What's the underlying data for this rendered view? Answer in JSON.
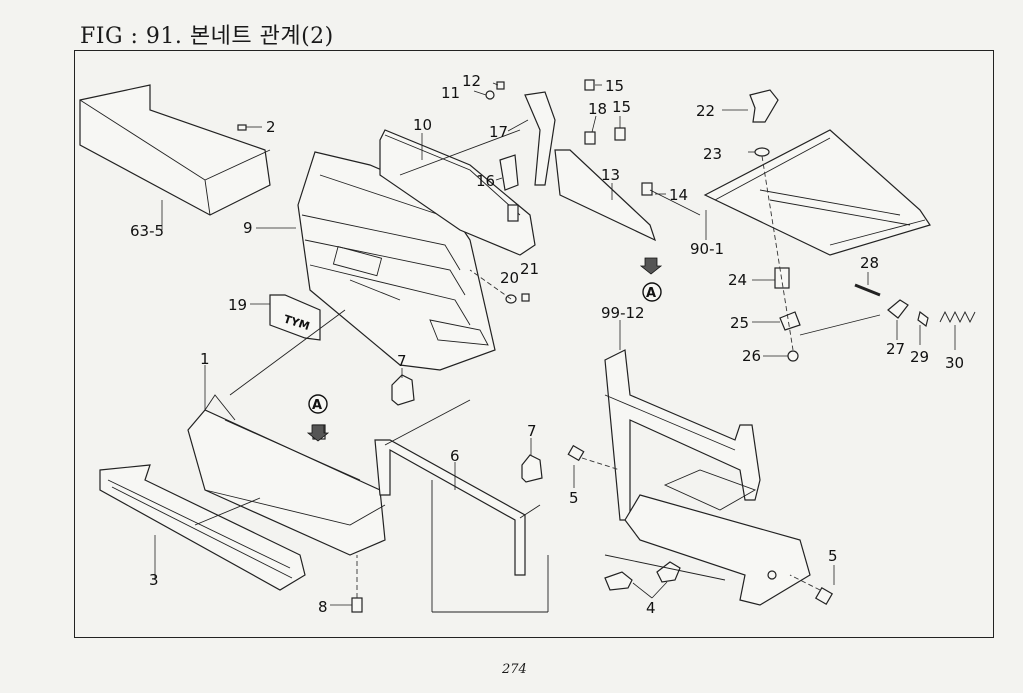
{
  "figure": {
    "title": "FIG : 91. 본네트 관계(2)",
    "page_number": "274",
    "callout_marker": "A",
    "brand_badge": "TYM"
  },
  "part_labels": [
    {
      "id": "p1",
      "text": "1"
    },
    {
      "id": "p2",
      "text": "2"
    },
    {
      "id": "p3",
      "text": "3"
    },
    {
      "id": "p4",
      "text": "4"
    },
    {
      "id": "p5a",
      "text": "5"
    },
    {
      "id": "p5b",
      "text": "5"
    },
    {
      "id": "p6",
      "text": "6"
    },
    {
      "id": "p7a",
      "text": "7"
    },
    {
      "id": "p7b",
      "text": "7"
    },
    {
      "id": "p8",
      "text": "8"
    },
    {
      "id": "p9",
      "text": "9"
    },
    {
      "id": "p10",
      "text": "10"
    },
    {
      "id": "p11",
      "text": "11"
    },
    {
      "id": "p12",
      "text": "12"
    },
    {
      "id": "p13",
      "text": "13"
    },
    {
      "id": "p14",
      "text": "14"
    },
    {
      "id": "p15a",
      "text": "15"
    },
    {
      "id": "p15b",
      "text": "15"
    },
    {
      "id": "p16",
      "text": "16"
    },
    {
      "id": "p17",
      "text": "17"
    },
    {
      "id": "p18",
      "text": "18"
    },
    {
      "id": "p19",
      "text": "19"
    },
    {
      "id": "p20",
      "text": "20"
    },
    {
      "id": "p21",
      "text": "21"
    },
    {
      "id": "p22",
      "text": "22"
    },
    {
      "id": "p23",
      "text": "23"
    },
    {
      "id": "p24",
      "text": "24"
    },
    {
      "id": "p25",
      "text": "25"
    },
    {
      "id": "p26",
      "text": "26"
    },
    {
      "id": "p27",
      "text": "27"
    },
    {
      "id": "p28",
      "text": "28"
    },
    {
      "id": "p29",
      "text": "29"
    },
    {
      "id": "p30",
      "text": "30"
    },
    {
      "id": "p63",
      "text": "63-5"
    },
    {
      "id": "p90",
      "text": "90-1"
    },
    {
      "id": "p99",
      "text": "99-12"
    }
  ]
}
